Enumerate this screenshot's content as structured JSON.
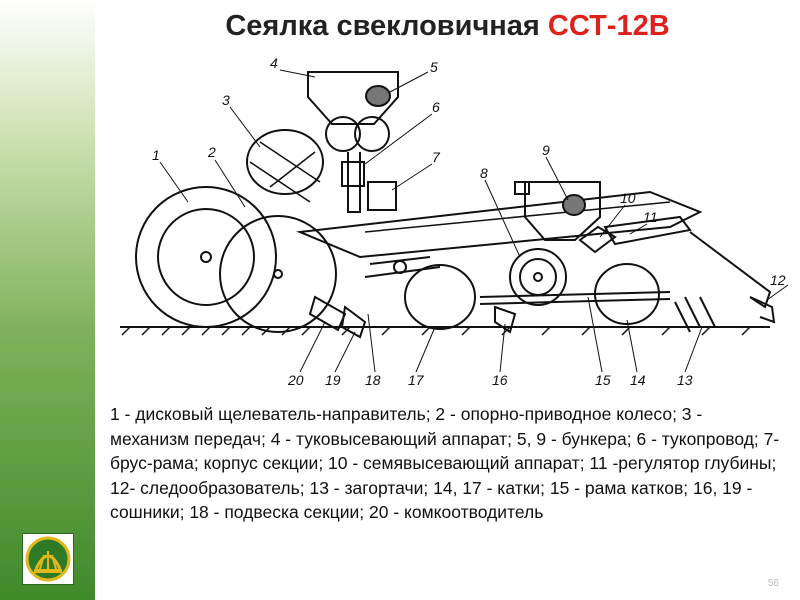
{
  "title": {
    "main": "Сеялка свекловичная",
    "accent": "ССТ-12В"
  },
  "labels": [
    "1",
    "2",
    "3",
    "4",
    "5",
    "6",
    "7",
    "8",
    "9",
    "10",
    "11",
    "12",
    "13",
    "14",
    "15",
    "16",
    "17",
    "18",
    "19",
    "20"
  ],
  "caption": "1 - дисковый щелеватель-направитель; 2 - опорно-приводное колесо; 3 - механизм передач; 4 - туковысевающий аппарат; 5, 9 - бункера; 6 - тукопровод; 7- брус-рама; корпус секции; 10 - семявысевающий аппарат; 11 -регулятор глубины; 12- следообразователь; 13 - загортачи; 14, 17 - катки; 15 - рама катков; 16, 19 - сошники; 18 - подвеска секции; 20 - комкоотводитель",
  "page_number": "56",
  "colors": {
    "accent": "#e0201b",
    "sidebar_top": "#ffffff",
    "sidebar_bottom": "#3f8a2a"
  }
}
